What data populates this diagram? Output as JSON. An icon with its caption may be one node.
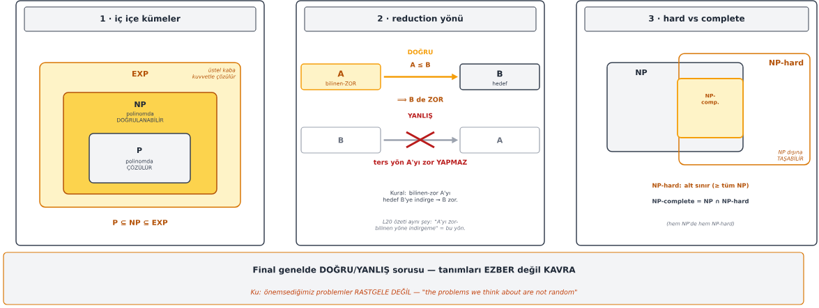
{
  "diagram": {
    "nodes": [
      {
        "text": [],
        "shape": "box"
      },
      {
        "text": [
          "1 · iç içe kümeler"
        ],
        "in": 0
      },
      {
        "text": [
          "EXP",
          "üstel kaba kuvvetle çözülür"
        ],
        "in": 0
      },
      {
        "text": [
          "NP",
          "polinomda DOĞRULANABİLİR"
        ],
        "in": 2
      },
      {
        "text": [
          "P",
          "polinomda ÇÖZÜLÜR"
        ],
        "in": 3
      },
      {
        "text": [],
        "shape": "box"
      },
      {
        "text": [
          "2 · reduction yönü"
        ],
        "in": 5
      },
      {
        "text": [
          "A",
          "bilinen-ZOR"
        ],
        "in": 5
      },
      {
        "text": [
          "B",
          "hedef"
        ],
        "in": 5
      },
      {
        "text": [
          "B"
        ],
        "in": 5
      },
      {
        "text": [
          "A"
        ],
        "in": 5
      },
      {
        "text": [],
        "shape": "box"
      },
      {
        "text": [
          "3 · hard vs complete"
        ],
        "in": 11
      },
      {
        "text": [
          "NP"
        ],
        "in": 11
      },
      {
        "text": [
          "NP-hard",
          "NP dışına TAŞABİLİR"
        ],
        "in": 11
      },
      {
        "text": [
          "NP-comp."
        ]
      },
      {
        "text": [
          "Final genelde DOĞRU/YANLIŞ sorusu — tanımları EZBER değil KAVRA",
          "Ku: önemsediğimiz problemler RASTGELE DEĞİL — \"the problems we think about are not random\""
        ]
      }
    ],
    "edges": [
      {
        "from": 7,
        "to": 8,
        "arrow": "to",
        "label": "A ≤ B",
        "color": "#f59e0b"
      },
      {
        "from": 9,
        "to": 10,
        "arrow": "to",
        "color": "#9ca3af"
      }
    ],
    "labels": [
      "P ⊆ NP ⊆ EXP",
      "DOĞRU",
      "⟹  B de ZOR",
      "YANLIŞ",
      "ters yön A'yı zor YAPMAZ",
      "Kural: bilinen-zor A'yı hedef B'ye indirge → B zor.",
      "L20 özeti aynı şey: \"A'yı zor-bilinen yöne indirgeme\" = bu yön.",
      "NP-hard: alt sınır (≥ tüm NP)",
      "NP-complete = NP ∩ NP-hard",
      "(hem NP'de hem NP-hard)"
    ]
  }
}
